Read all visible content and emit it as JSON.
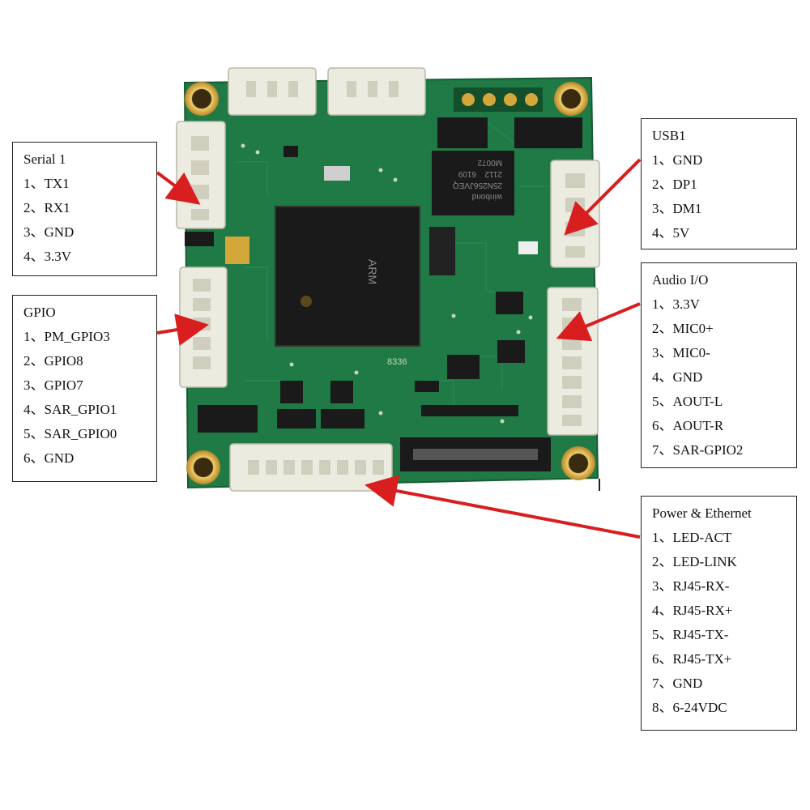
{
  "colors": {
    "pcb": "#1f7a45",
    "pcb_dark": "#165c33",
    "connector": "#ecebe0",
    "arrow": "#d81e1e",
    "chip": "#1a1a1a",
    "gold": "#d4a73a"
  },
  "boxes": {
    "serial": {
      "title": "Serial 1",
      "pins": [
        {
          "num": "1、",
          "name": "TX1"
        },
        {
          "num": "2、",
          "name": "RX1"
        },
        {
          "num": "3、",
          "name": "GND"
        },
        {
          "num": "4、",
          "name": "3.3V"
        }
      ]
    },
    "gpio": {
      "title": "GPIO",
      "pins": [
        {
          "num": "1、",
          "name": "PM_GPIO3"
        },
        {
          "num": "2、",
          "name": "GPIO8"
        },
        {
          "num": "3、",
          "name": "GPIO7"
        },
        {
          "num": "4、",
          "name": "SAR_GPIO1"
        },
        {
          "num": "5、",
          "name": "SAR_GPIO0"
        },
        {
          "num": "6、",
          "name": "GND"
        }
      ]
    },
    "usb": {
      "title": "USB1",
      "pins": [
        {
          "num": "1、",
          "name": "GND"
        },
        {
          "num": "2、",
          "name": "DP1"
        },
        {
          "num": "3、",
          "name": "DM1"
        },
        {
          "num": "4、",
          "name": "5V"
        }
      ]
    },
    "audio": {
      "title": "Audio I/O",
      "pins": [
        {
          "num": "1、",
          "name": "3.3V"
        },
        {
          "num": "2、",
          "name": "MIC0+"
        },
        {
          "num": "3、",
          "name": "MIC0-"
        },
        {
          "num": "4、",
          "name": "GND"
        },
        {
          "num": "5、",
          "name": "AOUT-L"
        },
        {
          "num": "6、",
          "name": "AOUT-R"
        },
        {
          "num": "7、",
          "name": "SAR-GPIO2"
        }
      ]
    },
    "power": {
      "title": "Power & Ethernet",
      "pins": [
        {
          "num": "1、",
          "name": "LED-ACT"
        },
        {
          "num": "2、",
          "name": "LED-LINK"
        },
        {
          "num": "3、",
          "name": "RJ45-RX-"
        },
        {
          "num": "4、",
          "name": "RJ45-RX+"
        },
        {
          "num": "5、",
          "name": "RJ45-TX-"
        },
        {
          "num": "6、",
          "name": "RJ45-TX+"
        },
        {
          "num": "7、",
          "name": "GND"
        },
        {
          "num": "8、",
          "name": "6-24VDC"
        }
      ]
    }
  },
  "board": {
    "soc_marking": "ARM",
    "flash_brand": "winbond",
    "flash_part": "25N256JVEQ",
    "flash_code": "2112",
    "flash_lot": "M0072",
    "flash_date": "6109",
    "board_marking": "8336"
  }
}
